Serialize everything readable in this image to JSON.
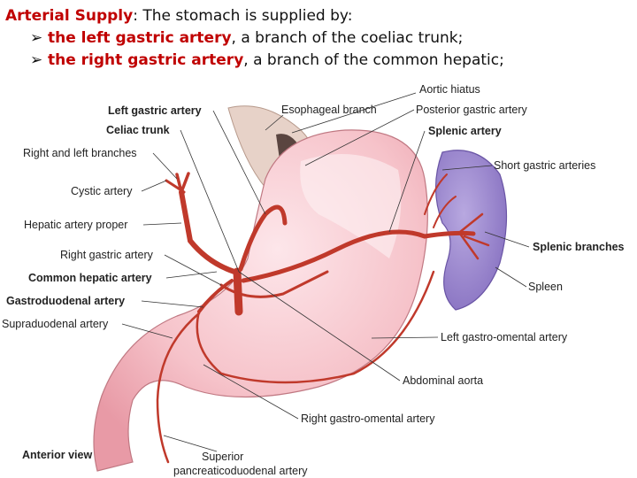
{
  "header": {
    "title_term": "Arterial Supply",
    "title_rest": ": The stomach is supplied by:",
    "bullets": [
      {
        "term": "the left gastric artery",
        "rest": ", a branch of the coeliac trunk;"
      },
      {
        "term": "the right gastric artery",
        "rest": ", a branch of the common hepatic;"
      }
    ]
  },
  "labels": {
    "aortic_hiatus": "Aortic hiatus",
    "left_gastric_artery": "Left gastric artery",
    "esophageal_branch": "Esophageal branch",
    "posterior_gastric_artery": "Posterior gastric artery",
    "celiac_trunk": "Celiac trunk",
    "splenic_artery": "Splenic artery",
    "right_left_branches": "Right and left branches",
    "short_gastric_arteries": "Short gastric arteries",
    "cystic_artery": "Cystic artery",
    "hepatic_artery_proper": "Hepatic artery proper",
    "splenic_branches": "Splenic branches",
    "right_gastric_artery": "Right gastric artery",
    "common_hepatic_artery": "Common hepatic artery",
    "spleen": "Spleen",
    "gastroduodenal_artery": "Gastroduodenal artery",
    "supraduodenal_artery": "Supraduodenal artery",
    "left_gastro_omental_artery": "Left gastro-omental artery",
    "abdominal_aorta": "Abdominal aorta",
    "right_gastro_omental_artery": "Right gastro-omental artery",
    "anterior_view": "Anterior view",
    "superior_pancreaticoduodenal_1": "Superior",
    "superior_pancreaticoduodenal_2": "pancreaticoduodenal artery"
  },
  "colors": {
    "title_red": "#c00000",
    "stomach": "#f4b8c0",
    "stomach_highlight": "#fbe0e4",
    "artery": "#c0392b",
    "spleen": "#9a86cc"
  }
}
